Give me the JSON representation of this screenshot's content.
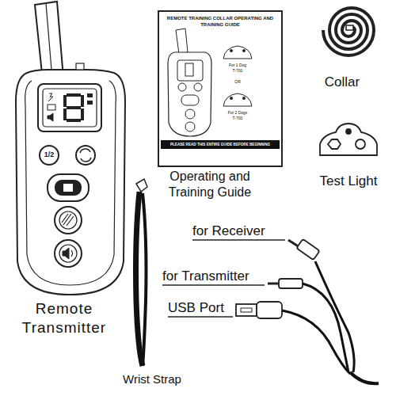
{
  "diagram": {
    "labels": [
      "1/2",
      "REMOTE TRAINING COLLAR OPERATING AND TRAINING GUIDE",
      "For 1 Dog",
      "T-700",
      "OR",
      "For 2 Dogs",
      "T-700",
      "PLEASE READ THIS ENTIRE GUIDE BEFORE BEGINNING",
      "Remote Transmitter",
      "Operating and Training Guide",
      "Collar",
      "Test Light",
      "for Receiver",
      "for Transmitter",
      "USB Port",
      "Wrist Strap"
    ]
  }
}
